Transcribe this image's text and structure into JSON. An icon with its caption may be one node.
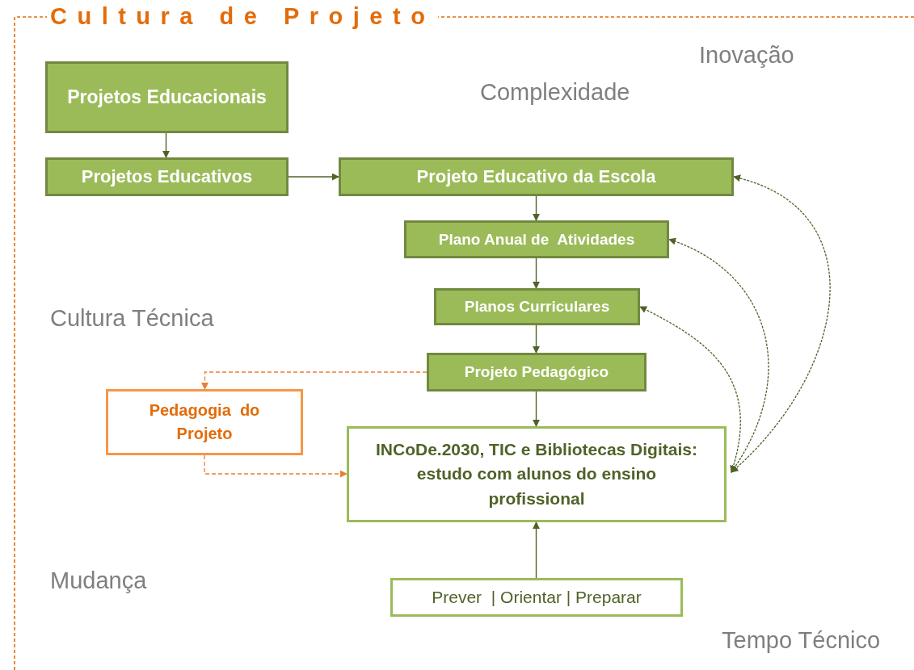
{
  "diagram": {
    "title": "Cultura de Projeto",
    "nodes": [
      {
        "text": [
          "Projetos Educacionais"
        ]
      },
      {
        "text": [
          "Projetos Educativos"
        ]
      },
      {
        "text": [
          "Projeto Educativo da Escola"
        ]
      },
      {
        "text": [
          "Plano Anual de  Atividades"
        ]
      },
      {
        "text": [
          "Planos Curriculares"
        ]
      },
      {
        "text": [
          "Projeto Pedagógico"
        ]
      },
      {
        "text": [
          "Pedagogia  do Projeto"
        ]
      },
      {
        "text": [
          "INCoDe.2030, TIC e Bibliotecas Digitais: estudo com alunos do ensino profissional"
        ]
      },
      {
        "text": [
          "Prever  | Orientar | Preparar"
        ]
      }
    ],
    "edges": [
      {
        "from": 0,
        "to": 1,
        "arrow": "to"
      },
      {
        "from": 1,
        "to": 2,
        "arrow": "to"
      },
      {
        "from": 2,
        "to": 3,
        "arrow": "to"
      },
      {
        "from": 3,
        "to": 4,
        "arrow": "to"
      },
      {
        "from": 4,
        "to": 5,
        "arrow": "to"
      },
      {
        "from": 5,
        "to": 7,
        "arrow": "to"
      },
      {
        "from": 5,
        "to": 6,
        "arrow": "to",
        "style": "dashed",
        "color": "#ed7d31"
      },
      {
        "from": 6,
        "to": 7,
        "arrow": "to",
        "style": "dashed",
        "color": "#ed7d31"
      },
      {
        "from": 8,
        "to": 7,
        "arrow": "to"
      },
      {
        "from": 7,
        "to": 2,
        "arrow": "both",
        "style": "dashed"
      },
      {
        "from": 7,
        "to": 3,
        "arrow": "both",
        "style": "dashed"
      },
      {
        "from": 7,
        "to": 4,
        "arrow": "both",
        "style": "dashed"
      }
    ],
    "labels": [
      "Inovação",
      "Complexidade",
      "Cultura Técnica",
      "Mudança",
      "Tempo Técnico"
    ]
  }
}
